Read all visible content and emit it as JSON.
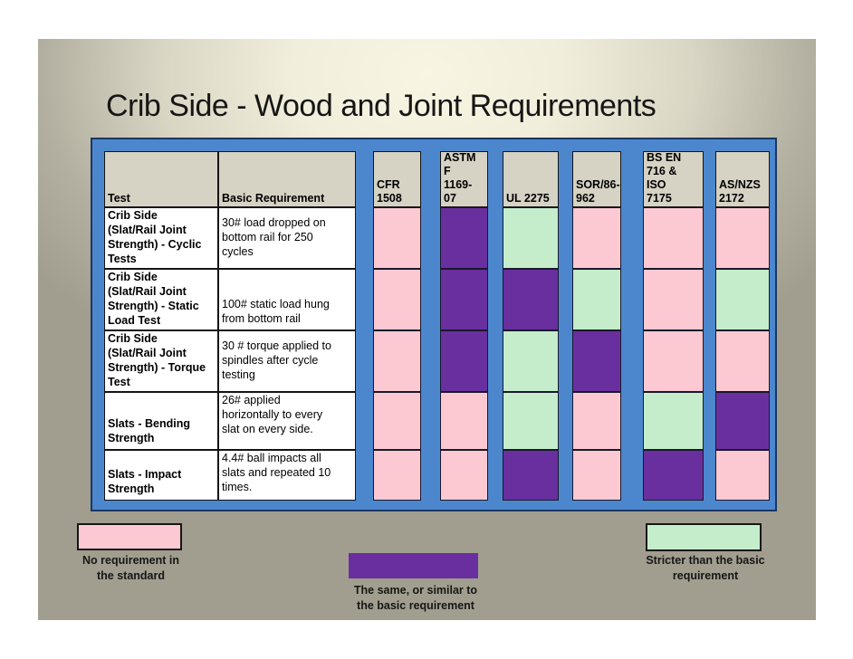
{
  "slide": {
    "title": "Crib Side - Wood and Joint Requirements"
  },
  "colors": {
    "pink": "#FCC9D2",
    "purple": "#6A2F9E",
    "green": "#C5EDCB",
    "frame_blue": "#4C87CE",
    "header_tan": "#D6D2C4"
  },
  "table": {
    "columns": [
      {
        "id": "test",
        "label": "Test"
      },
      {
        "id": "basic",
        "label": "Basic Requirement"
      },
      {
        "id": "cfr-1508",
        "label": "CFR\n1508"
      },
      {
        "id": "astm-f-1169-07",
        "label": "ASTM F\n1169-07"
      },
      {
        "id": "ul-2275",
        "label": "UL 2275"
      },
      {
        "id": "sor-86-962",
        "label": "SOR/86-\n962"
      },
      {
        "id": "bs-en-716-iso-7175",
        "label": "BS EN\n716 &\nISO\n7175"
      },
      {
        "id": "as-nzs-2172",
        "label": "AS/NZS\n2172"
      }
    ],
    "rows": [
      {
        "test": "Crib Side\n(Slat/Rail Joint\nStrength) - Cyclic\nTests",
        "basic": "30# load dropped on\nbottom rail for 250\ncycles",
        "ratings": [
          "pink",
          "purple",
          "green",
          "pink",
          "pink",
          "pink"
        ]
      },
      {
        "test": "Crib Side\n(Slat/Rail Joint\nStrength) - Static\nLoad Test",
        "basic": "100# static load hung\nfrom bottom rail",
        "ratings": [
          "pink",
          "purple",
          "purple",
          "green",
          "pink",
          "green"
        ]
      },
      {
        "test": "Crib Side\n(Slat/Rail Joint\nStrength) - Torque\nTest",
        "basic": "30 # torque applied to\nspindles after cycle\ntesting",
        "ratings": [
          "pink",
          "purple",
          "green",
          "purple",
          "pink",
          "pink"
        ]
      },
      {
        "test": "Slats - Bending\nStrength",
        "basic": "26# applied\nhorizontally to every\nslat on every side.",
        "ratings": [
          "pink",
          "pink",
          "green",
          "pink",
          "green",
          "purple"
        ]
      },
      {
        "test": "Slats - Impact\nStrength",
        "basic": "4.4# ball impacts all\nslats and repeated 10\ntimes.",
        "ratings": [
          "pink",
          "pink",
          "purple",
          "pink",
          "purple",
          "pink"
        ]
      }
    ]
  },
  "legend": [
    {
      "key": "pink",
      "label": "No requirement in\nthe standard"
    },
    {
      "key": "purple",
      "label": "The same, or similar to\nthe basic requirement"
    },
    {
      "key": "green",
      "label": "Stricter than the basic\nrequirement"
    }
  ]
}
